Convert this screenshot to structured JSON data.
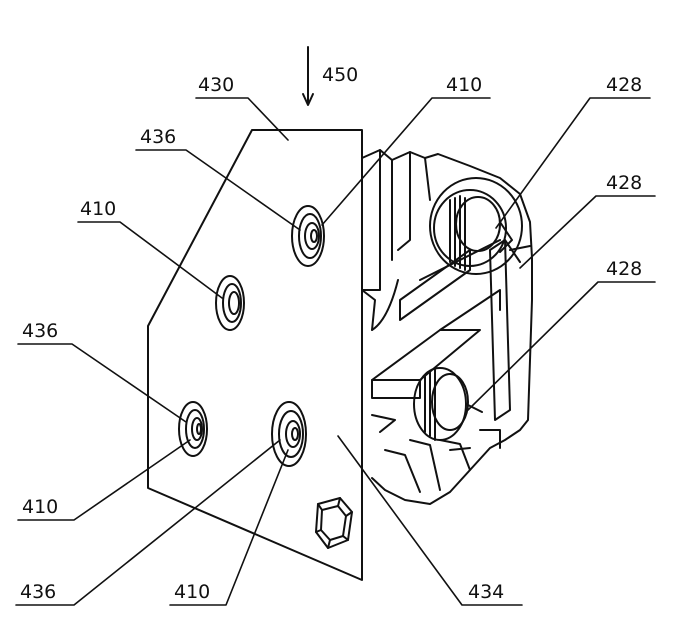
{
  "figure": {
    "ref_labels": {
      "l450": "450",
      "l430": "430",
      "l410_top": "410",
      "l428_a": "428",
      "l436_top": "436",
      "l428_b": "428",
      "l410_left": "410",
      "l428_c": "428",
      "l436_left": "436",
      "l410_bl": "410",
      "l436_bottom": "436",
      "l410_bottom": "410",
      "l434": "434"
    },
    "stroke_color": "#111111",
    "background": "#ffffff"
  }
}
